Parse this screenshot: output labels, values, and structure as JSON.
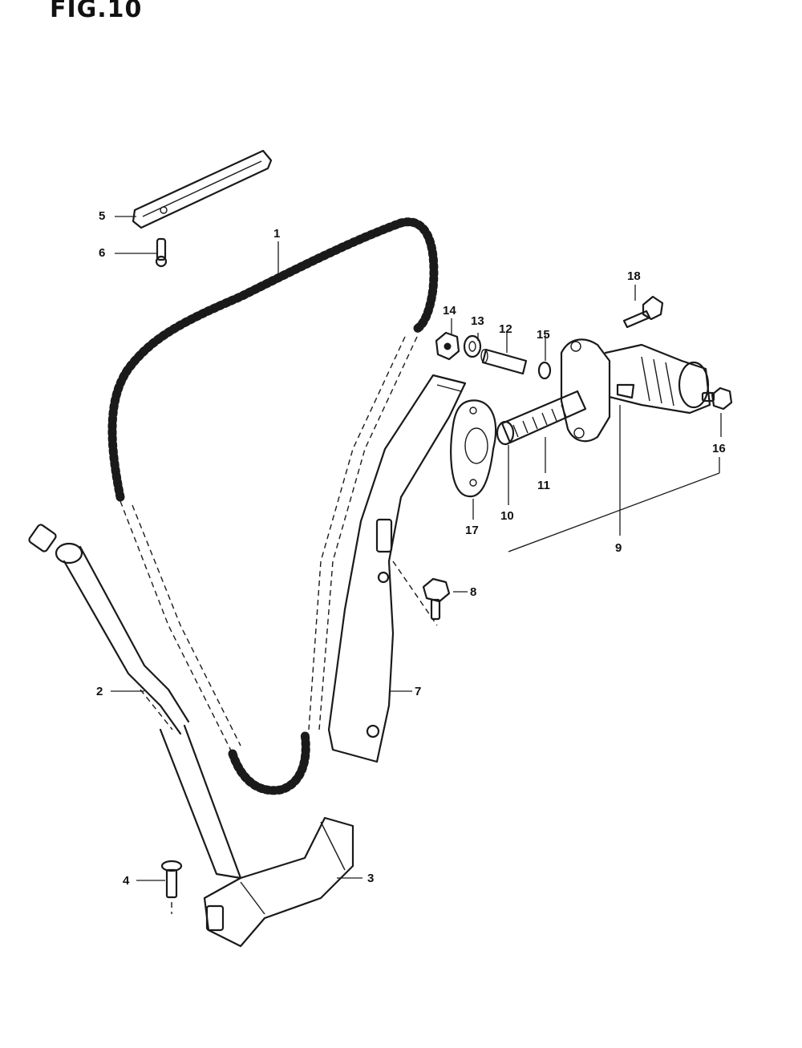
{
  "figure": {
    "title": "FIG.10"
  },
  "callouts": [
    {
      "id": "1",
      "label": "1"
    },
    {
      "id": "2",
      "label": "2"
    },
    {
      "id": "3",
      "label": "3"
    },
    {
      "id": "4",
      "label": "4"
    },
    {
      "id": "5",
      "label": "5"
    },
    {
      "id": "6",
      "label": "6"
    },
    {
      "id": "7",
      "label": "7"
    },
    {
      "id": "8",
      "label": "8"
    },
    {
      "id": "9",
      "label": "9"
    },
    {
      "id": "10",
      "label": "10"
    },
    {
      "id": "11",
      "label": "11"
    },
    {
      "id": "12",
      "label": "12"
    },
    {
      "id": "13",
      "label": "13"
    },
    {
      "id": "14",
      "label": "14"
    },
    {
      "id": "15",
      "label": "15"
    },
    {
      "id": "16",
      "label": "16"
    },
    {
      "id": "17",
      "label": "17"
    },
    {
      "id": "18",
      "label": "18"
    }
  ]
}
